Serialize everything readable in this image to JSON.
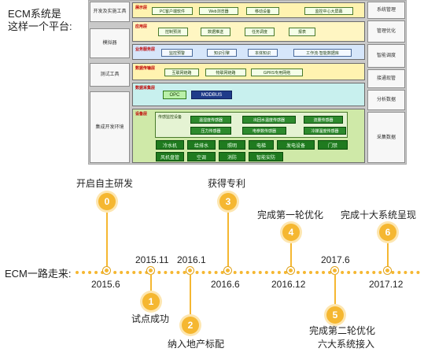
{
  "intro": {
    "line1": "ECM系统是",
    "line2": "这样一个平台:"
  },
  "architecture": {
    "left_column": [
      "开发及实施工具",
      "模拟器",
      "测试工具",
      "集成开发环境"
    ],
    "right_column": [
      "系统管理",
      "管理优化",
      "智能调度",
      "接通现管",
      "分析数据",
      "采集数据"
    ],
    "layers": [
      {
        "label": "展示层",
        "items": [
          "PC客户端软件",
          "Web浏览器",
          "移动设备",
          "监控中心大屏幕"
        ]
      },
      {
        "label": "应用层",
        "items": [
          "控制预测",
          "数据推送",
          "任务调度",
          "报表"
        ]
      },
      {
        "label": "业务服务层",
        "items": [
          "监控预警",
          "知识引擎",
          "本体知识",
          "工作流·智能数据库"
        ]
      },
      {
        "label": "数据传输层",
        "items": [
          "互联网链路",
          "物联网链路",
          "GPRS专用网络"
        ]
      },
      {
        "label": "数据采集层",
        "items": [
          "OPC",
          "MODBUS"
        ]
      },
      {
        "label": "设备层",
        "items": []
      }
    ],
    "sensor_group": {
      "title": "传感监控设备",
      "items": [
        "温湿度传感器",
        "出回水温度传感器",
        "流量传感器",
        "压力传感器",
        "电参数传感器",
        "冷媒温度传感器"
      ]
    },
    "equipment": [
      "冷水机",
      "给排水",
      "照明",
      "电梯",
      "发电设备",
      "门禁",
      "风机盘管",
      "空调",
      "消防",
      "智能安防"
    ]
  },
  "timeline": {
    "axis_label": "ECM一路走来:",
    "milestones": [
      {
        "number": "0",
        "date": "2015.6",
        "event": "开启自主研发"
      },
      {
        "number": "1",
        "date": "2015.11",
        "event": "试点成功"
      },
      {
        "number": "2",
        "date": "2016.1",
        "event": "纳入地产标配"
      },
      {
        "number": "3",
        "date": "2016.6",
        "event": "获得专利"
      },
      {
        "number": "4",
        "date": "2016.12",
        "event": "完成第一轮优化"
      },
      {
        "number": "5",
        "date": "2017.6",
        "event": "完成第二轮优化"
      },
      {
        "number": "6",
        "date": "2017.12",
        "event": "完成十大系统呈现"
      }
    ],
    "event5_line2": "六大系统接入"
  },
  "colors": {
    "timeline_accent": "#f5b731",
    "layer_yellow": "#fff3b0",
    "layer_blue": "#d6e6fa",
    "layer_cyan": "#c8f0ee",
    "layer_green": "#cfe9a8",
    "equipment_green": "#1f7a1f"
  }
}
